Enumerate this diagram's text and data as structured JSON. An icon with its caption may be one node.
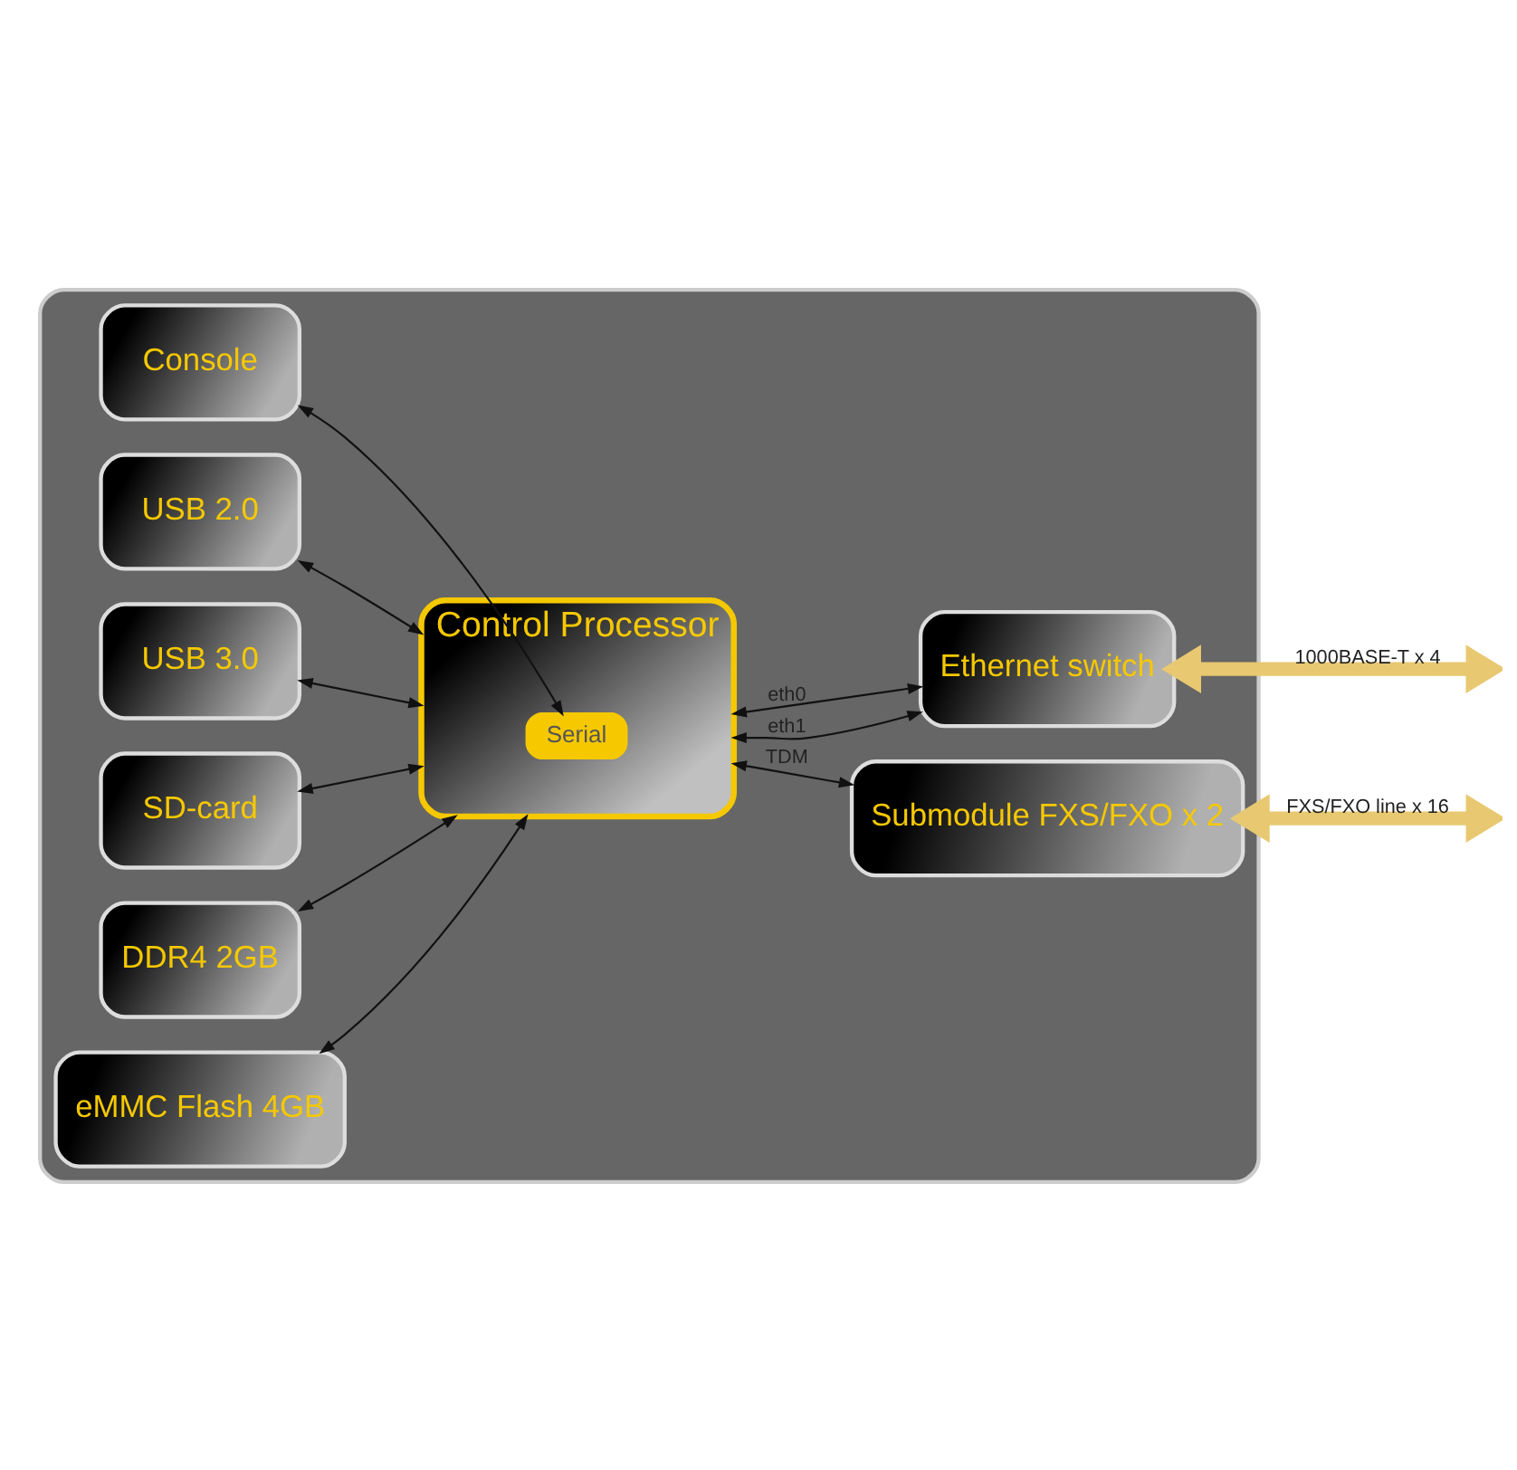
{
  "diagram": {
    "nodes": [
      {
        "text": [],
        "shape": "box"
      },
      {
        "text": [
          "Console"
        ],
        "in": 0
      },
      {
        "text": [
          "USB 2.0"
        ],
        "in": 0
      },
      {
        "text": [
          "USB 3.0"
        ],
        "in": 0
      },
      {
        "text": [
          "SD-card"
        ],
        "in": 0
      },
      {
        "text": [
          "DDR4 2GB"
        ],
        "in": 0
      },
      {
        "text": [
          "eMMC Flash 4GB"
        ],
        "in": 0
      },
      {
        "text": [
          "Control Processor"
        ],
        "in": 0
      },
      {
        "text": [
          "Serial"
        ],
        "in": 7
      },
      {
        "text": [
          "Ethernet switch"
        ],
        "in": 0
      },
      {
        "text": [
          "Submodule FXS/FXO x 2"
        ],
        "in": 0
      }
    ],
    "edges": [
      {
        "from": 1,
        "to": 8,
        "arrow": "both"
      },
      {
        "from": 2,
        "to": 7,
        "arrow": "both"
      },
      {
        "from": 3,
        "to": 7,
        "arrow": "both"
      },
      {
        "from": 4,
        "to": 7,
        "arrow": "both"
      },
      {
        "from": 5,
        "to": 7,
        "arrow": "both"
      },
      {
        "from": 6,
        "to": 7,
        "arrow": "both"
      },
      {
        "from": 7,
        "to": 9,
        "arrow": "both",
        "label": "eth0"
      },
      {
        "from": 7,
        "to": 9,
        "arrow": "both",
        "label": "eth1"
      },
      {
        "from": 7,
        "to": 10,
        "arrow": "both",
        "label": "TDM"
      },
      {
        "from": 9,
        "to": null,
        "arrow": "both",
        "label": "1000BASE-T x 4",
        "style": "thick",
        "color": "#e8c870"
      },
      {
        "from": 10,
        "to": null,
        "arrow": "both",
        "label": "FXS/FXO line x 16",
        "style": "thick",
        "color": "#e8c870"
      }
    ]
  }
}
